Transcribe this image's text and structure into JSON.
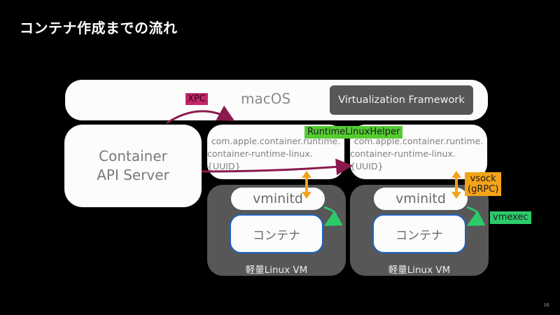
{
  "slide": {
    "title": "コンテナ作成までの流れ",
    "page_number": "36"
  },
  "nodes": {
    "macos": "macOS",
    "virtualization_framework": "Virtualization Framework",
    "api_server": [
      "Container",
      "API Server"
    ],
    "runtime_1": [
      "com.apple.container.runtime.",
      "container-runtime-linux.{UUID}"
    ],
    "runtime_2": [
      "com.apple.container.runtime.",
      "container-runtime-linux.{UUID}"
    ],
    "vm_1": {
      "vminitd": "vminitd",
      "container": "コンテナ",
      "label": "軽量Linux VM"
    },
    "vm_2": {
      "vminitd": "vminitd",
      "container": "コンテナ",
      "label": "軽量Linux VM"
    }
  },
  "labels": {
    "xpc": "XPC",
    "runtime_linux_helper": "RuntimeLinuxHelper",
    "vsock": [
      "vsock",
      "(gRPC)"
    ],
    "vmexec": "vmexec"
  },
  "colors": {
    "xpc": "#c2266a",
    "arrow_xpc": "#8a1a4e",
    "runtime_helper": "#55cc33",
    "vsock": "#f5a31a",
    "vmexec": "#2ccb6a",
    "container_border": "#1e63c0",
    "vm_bg": "#575757"
  }
}
